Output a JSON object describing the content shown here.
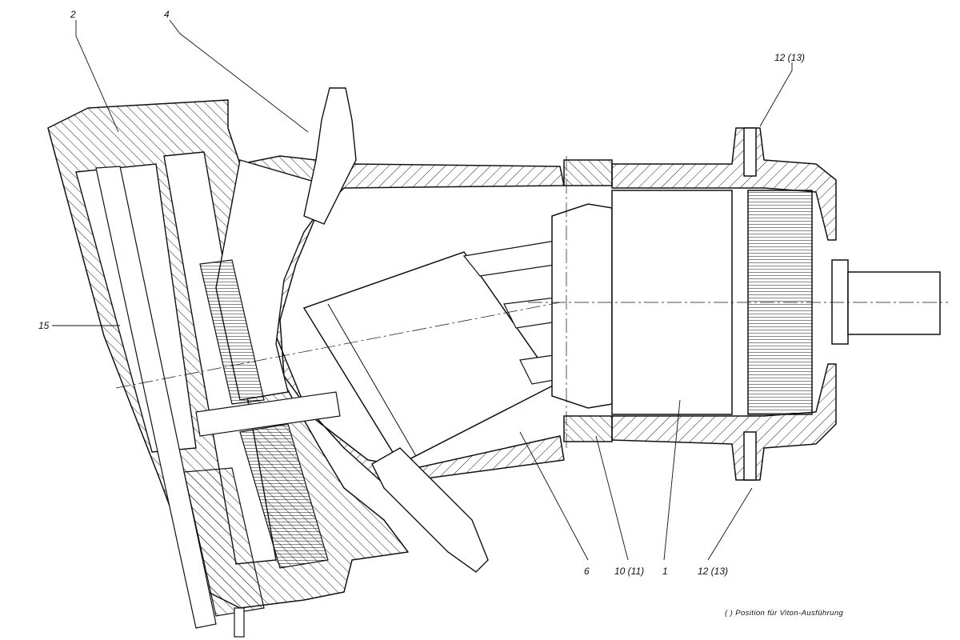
{
  "callouts": {
    "c2": "2",
    "c4": "4",
    "c12_top": "12 (13)",
    "c15": "15",
    "c6": "6",
    "c10": "10 (11)",
    "c1": "1",
    "c12_bottom": "12 (13)"
  },
  "footnote": "( ) Position für Viton-Ausführung",
  "colors": {
    "ink": "#111111",
    "paper": "#ffffff"
  }
}
